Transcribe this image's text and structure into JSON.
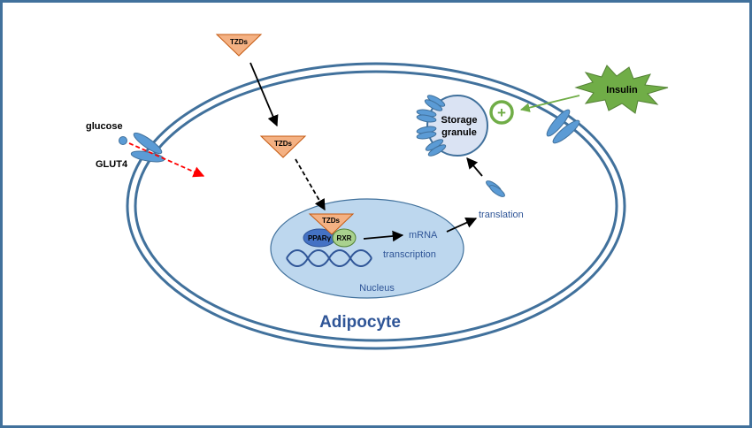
{
  "colors": {
    "frame": "#41719c",
    "membrane": "#41719c",
    "transporter": "#5b9bd5",
    "transporter_stroke": "#41719c",
    "tzd_fill": "#f4b183",
    "tzd_stroke": "#c55a11",
    "nucleus_fill": "#bdd7ee",
    "granule_fill": "#dae3f3",
    "ppar_fill": "#4472c4",
    "rxr_fill": "#a9d18e",
    "insulin_fill": "#70ad47",
    "plus_ring": "#70ad47",
    "glucose_arrow": "#ff0000",
    "label_blue": "#2f5597",
    "dna": "#2f5597"
  },
  "labels": {
    "tzd_outside": "TZDs",
    "tzd_cytoplasm": "TZDs",
    "tzd_nucleus": "TZDs",
    "glucose": "glucose",
    "glut4": "GLUT4",
    "ppar": "PPARγ",
    "rxr": "RXR",
    "mrna": "mRNA",
    "transcription": "transcription",
    "translation": "translation",
    "nucleus": "Nucleus",
    "cell": "Adipocyte",
    "granule_line1": "Storage",
    "granule_line2": "granule",
    "insulin": "Insulin",
    "plus": "+"
  }
}
